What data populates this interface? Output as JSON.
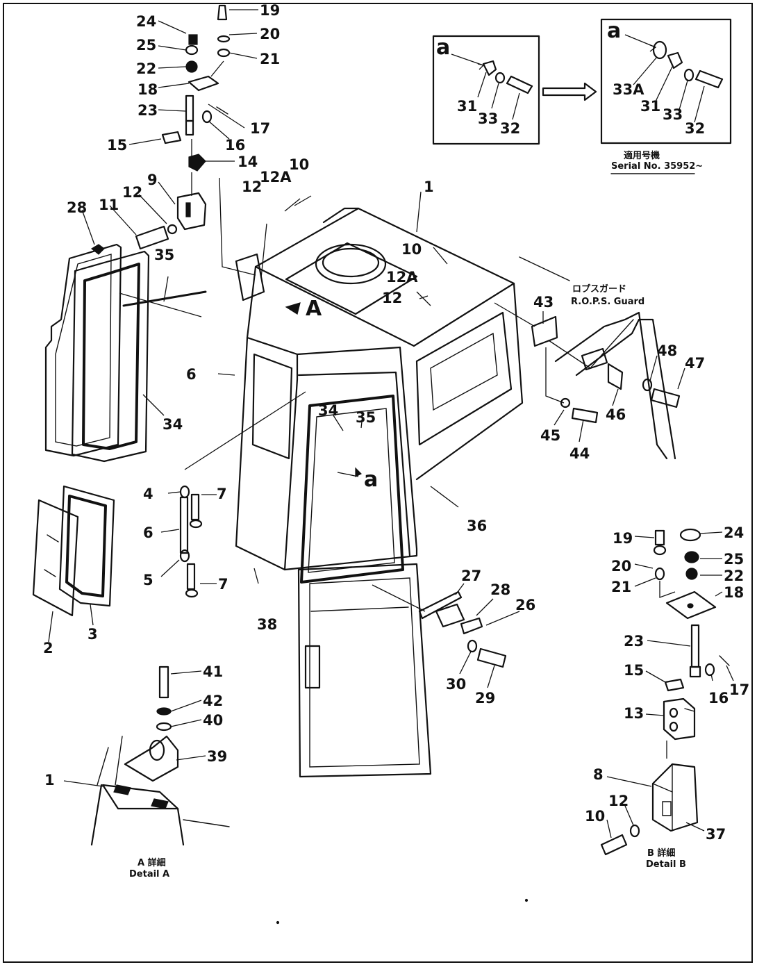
{
  "diagram": {
    "callouts": [
      {
        "id": "c19a",
        "text": "19"
      },
      {
        "id": "c20a",
        "text": "20"
      },
      {
        "id": "c21a",
        "text": "21"
      },
      {
        "id": "c24a",
        "text": "24"
      },
      {
        "id": "c25a",
        "text": "25"
      },
      {
        "id": "c22a",
        "text": "22"
      },
      {
        "id": "c18a",
        "text": "18"
      },
      {
        "id": "c23a",
        "text": "23"
      },
      {
        "id": "c17a",
        "text": "17"
      },
      {
        "id": "c16a",
        "text": "16"
      },
      {
        "id": "c15a",
        "text": "15"
      },
      {
        "id": "c14",
        "text": "14"
      },
      {
        "id": "c9",
        "text": "9"
      },
      {
        "id": "c12a1",
        "text": "12"
      },
      {
        "id": "c12b1",
        "text": "12"
      },
      {
        "id": "c12A1",
        "text": "12A"
      },
      {
        "id": "c10a",
        "text": "10"
      },
      {
        "id": "c1a",
        "text": "1"
      },
      {
        "id": "c28a",
        "text": "28"
      },
      {
        "id": "c11",
        "text": "11"
      },
      {
        "id": "c35a",
        "text": "35"
      },
      {
        "id": "c10b",
        "text": "10"
      },
      {
        "id": "c12A2",
        "text": "12A"
      },
      {
        "id": "c12c",
        "text": "12"
      },
      {
        "id": "c43",
        "text": "43"
      },
      {
        "id": "c6a",
        "text": "6"
      },
      {
        "id": "c34a",
        "text": "34"
      },
      {
        "id": "c34b",
        "text": "34"
      },
      {
        "id": "c35b",
        "text": "35"
      },
      {
        "id": "c48",
        "text": "48"
      },
      {
        "id": "c47",
        "text": "47"
      },
      {
        "id": "c46",
        "text": "46"
      },
      {
        "id": "c45",
        "text": "45"
      },
      {
        "id": "c44",
        "text": "44"
      },
      {
        "id": "c4",
        "text": "4"
      },
      {
        "id": "c7a",
        "text": "7"
      },
      {
        "id": "c6b",
        "text": "6"
      },
      {
        "id": "c5",
        "text": "5"
      },
      {
        "id": "c7b",
        "text": "7"
      },
      {
        "id": "c36",
        "text": "36"
      },
      {
        "id": "c2",
        "text": "2"
      },
      {
        "id": "c3",
        "text": "3"
      },
      {
        "id": "c38",
        "text": "38"
      },
      {
        "id": "c27",
        "text": "27"
      },
      {
        "id": "c28b",
        "text": "28"
      },
      {
        "id": "c26",
        "text": "26"
      },
      {
        "id": "c30",
        "text": "30"
      },
      {
        "id": "c29",
        "text": "29"
      },
      {
        "id": "c19b",
        "text": "19"
      },
      {
        "id": "c24b",
        "text": "24"
      },
      {
        "id": "c20b",
        "text": "20"
      },
      {
        "id": "c25b",
        "text": "25"
      },
      {
        "id": "c21b",
        "text": "21"
      },
      {
        "id": "c22b",
        "text": "22"
      },
      {
        "id": "c18b",
        "text": "18"
      },
      {
        "id": "c23b",
        "text": "23"
      },
      {
        "id": "c15b",
        "text": "15"
      },
      {
        "id": "c16b",
        "text": "16"
      },
      {
        "id": "c17b",
        "text": "17"
      },
      {
        "id": "c13",
        "text": "13"
      },
      {
        "id": "c8",
        "text": "8"
      },
      {
        "id": "c12d",
        "text": "12"
      },
      {
        "id": "c10c",
        "text": "10"
      },
      {
        "id": "c37",
        "text": "37"
      },
      {
        "id": "c41",
        "text": "41"
      },
      {
        "id": "c42",
        "text": "42"
      },
      {
        "id": "c40",
        "text": "40"
      },
      {
        "id": "c39",
        "text": "39"
      },
      {
        "id": "c1b",
        "text": "1"
      },
      {
        "id": "c31a",
        "text": "31"
      },
      {
        "id": "c33a",
        "text": "33"
      },
      {
        "id": "c32a",
        "text": "32"
      },
      {
        "id": "c33A",
        "text": "33A"
      },
      {
        "id": "c31b",
        "text": "31"
      },
      {
        "id": "c33b",
        "text": "33"
      },
      {
        "id": "c32b",
        "text": "32"
      }
    ],
    "view_letters": {
      "a_small_left": "a",
      "a_small_right": "a",
      "a_main": "a",
      "A_main": "A"
    },
    "captions": {
      "serial_jp": "適用号機",
      "serial_en": "Serial No. 35952~",
      "rops_jp": "ロプスガード",
      "rops_en": "R.O.P.S. Guard",
      "detail_a_jp": "A 詳細",
      "detail_a_en": "Detail A",
      "detail_b_jp": "B 詳細",
      "detail_b_en": "Detail B"
    }
  }
}
